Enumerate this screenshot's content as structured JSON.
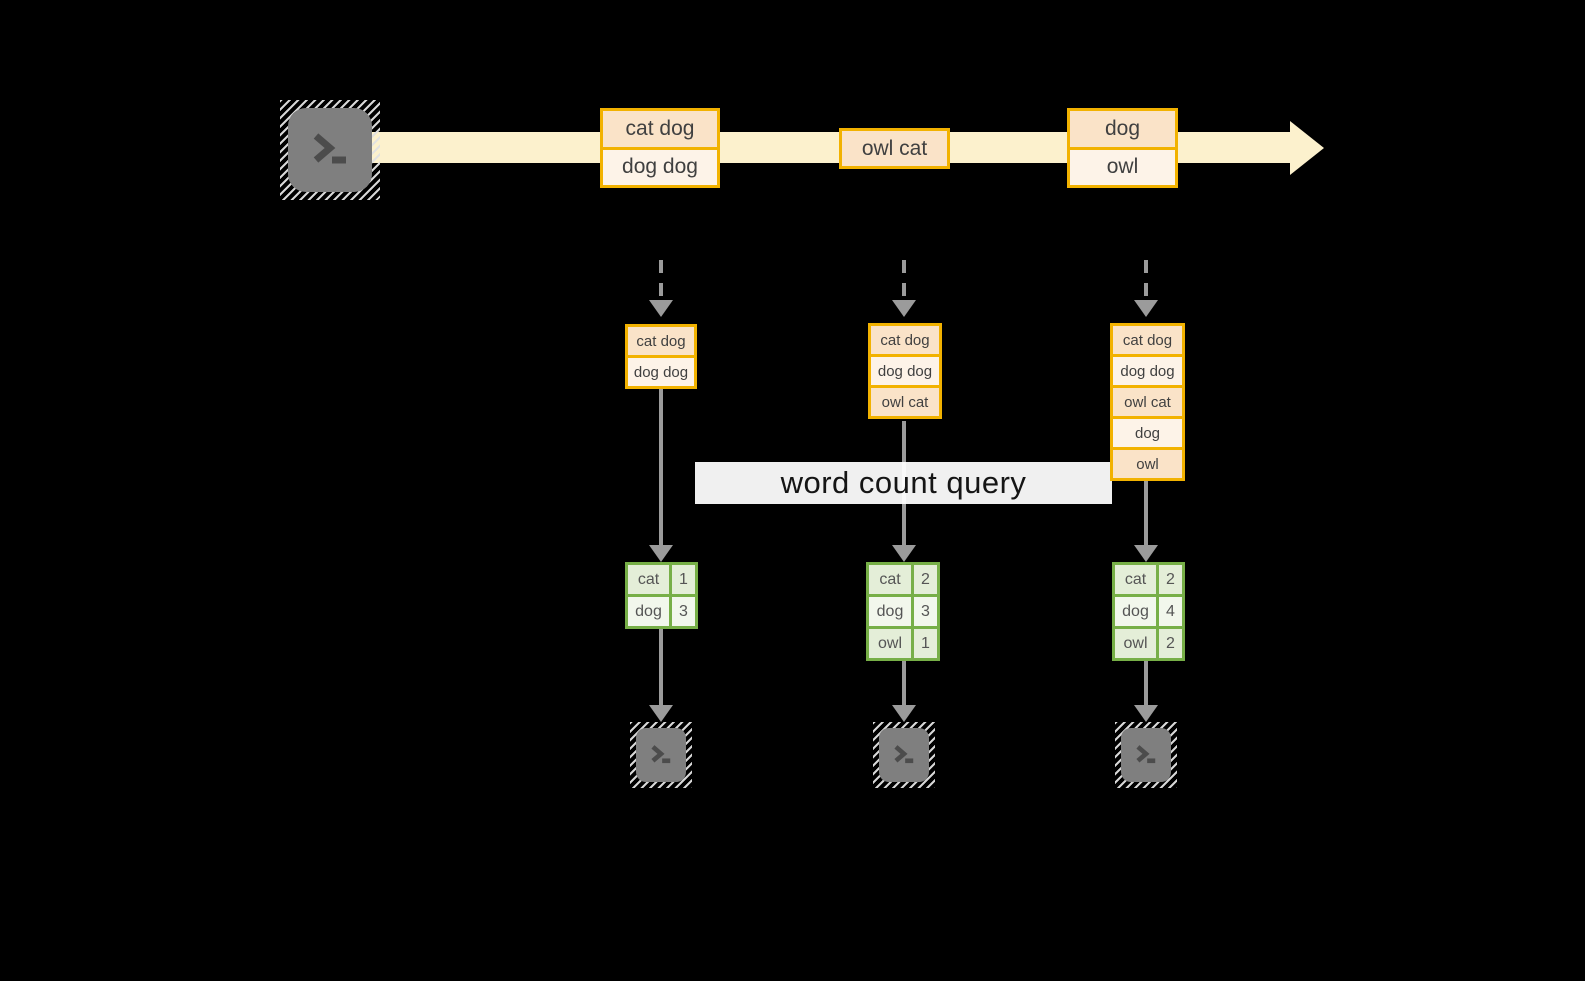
{
  "colors": {
    "canvas-bg": "#000000",
    "band": "#fcf1cd",
    "amber": "#f2b200",
    "peach": "#fae3c8",
    "cream": "#fdf3e8",
    "green": "#77af47",
    "green-pale": "#e4eed8",
    "green-faint": "#f2f7ec",
    "gray-arrow": "#9b9b9b",
    "terminal-gray": "#7f7f7f",
    "glyph-gray": "#4c4c4c",
    "text-dark": "#404040",
    "query-bg": "#ffffff",
    "query-text": "#151515"
  },
  "icons": {
    "source": "terminal-icon",
    "sink": "terminal-icon",
    "stream_flow": "arrow-right-icon",
    "emit": "arrow-down-icon"
  },
  "stream": {
    "batches": [
      {
        "rows": [
          "cat dog",
          "dog dog"
        ]
      },
      {
        "rows": [
          "owl cat"
        ]
      },
      {
        "rows": [
          "dog",
          "owl"
        ]
      }
    ]
  },
  "query": {
    "label": "word count query"
  },
  "columns": [
    {
      "stack": [
        "cat dog",
        "dog dog"
      ],
      "counts": [
        {
          "word": "cat",
          "count": "1"
        },
        {
          "word": "dog",
          "count": "3"
        }
      ]
    },
    {
      "stack": [
        "cat dog",
        "dog dog",
        "owl cat"
      ],
      "counts": [
        {
          "word": "cat",
          "count": "2"
        },
        {
          "word": "dog",
          "count": "3"
        },
        {
          "word": "owl",
          "count": "1"
        }
      ]
    },
    {
      "stack": [
        "cat dog",
        "dog dog",
        "owl cat",
        "dog",
        "owl"
      ],
      "counts": [
        {
          "word": "cat",
          "count": "2"
        },
        {
          "word": "dog",
          "count": "4"
        },
        {
          "word": "owl",
          "count": "2"
        }
      ]
    }
  ]
}
